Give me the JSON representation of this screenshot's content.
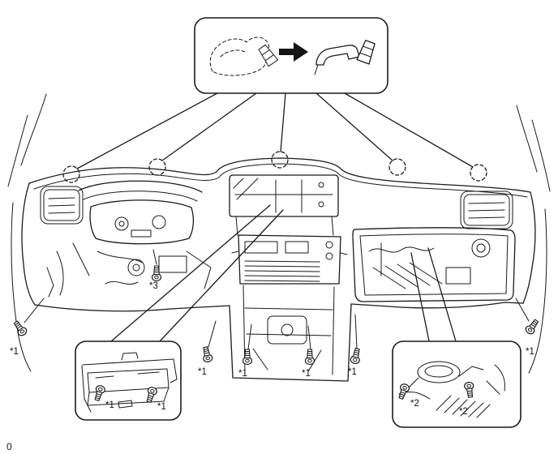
{
  "figure": {
    "footer_text": "0",
    "colors": {
      "line": "#1a1a1a",
      "background": "#ffffff"
    }
  },
  "callout": {
    "icons": {
      "before": "clip-release-dashed-icon",
      "arrow": "right-arrow-icon",
      "after": "clip-remover-tool-icon"
    },
    "clip_location_count": 5
  },
  "annotations": [
    {
      "id": "screw-left-outer",
      "text": "*1"
    },
    {
      "id": "screw-under-cluster",
      "text": "*3"
    },
    {
      "id": "screw-lower-center-1",
      "text": "*1"
    },
    {
      "id": "screw-lower-center-2",
      "text": "*1"
    },
    {
      "id": "screw-lower-center-3",
      "text": "*1"
    },
    {
      "id": "screw-lower-center-4",
      "text": "*1"
    },
    {
      "id": "screw-right-outer",
      "text": "*1"
    },
    {
      "id": "inset-left-screw-1",
      "text": "*1"
    },
    {
      "id": "inset-left-screw-2",
      "text": "*1"
    },
    {
      "id": "inset-right-screw-1",
      "text": "*2"
    },
    {
      "id": "inset-right-screw-2",
      "text": "*2"
    }
  ]
}
